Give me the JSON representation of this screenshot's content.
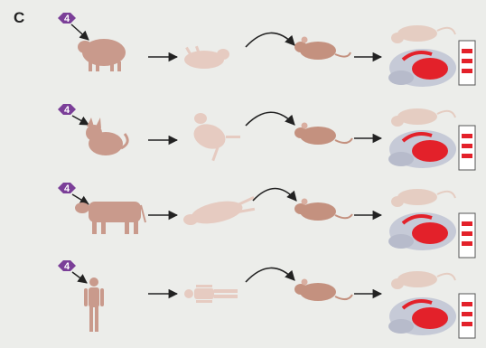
{
  "panel_label": "C",
  "colors": {
    "background": "#ecedea",
    "badge": "#7b3f98",
    "badge_text": "#ffffff",
    "host_animal": "#c99a8c",
    "carcass": "#e6cbc1",
    "mouse": "#c4917f",
    "sick_mouse": "#e5cdc2",
    "brain_gray": "#c6cad7",
    "brain_red": "#e3212a",
    "arrow": "#222222"
  },
  "rows": [
    {
      "badge": "4",
      "host_icon": "sheep-icon",
      "carcass_icon": "dead-sheep-icon",
      "bars": 3
    },
    {
      "badge": "4",
      "host_icon": "cat-icon",
      "carcass_icon": "dead-cat-icon",
      "bars": 3
    },
    {
      "badge": "4",
      "host_icon": "cow-icon",
      "carcass_icon": "dead-cow-icon",
      "bars": 3
    },
    {
      "badge": "4",
      "host_icon": "human-icon",
      "carcass_icon": "dead-human-icon",
      "bars": 3
    }
  ]
}
